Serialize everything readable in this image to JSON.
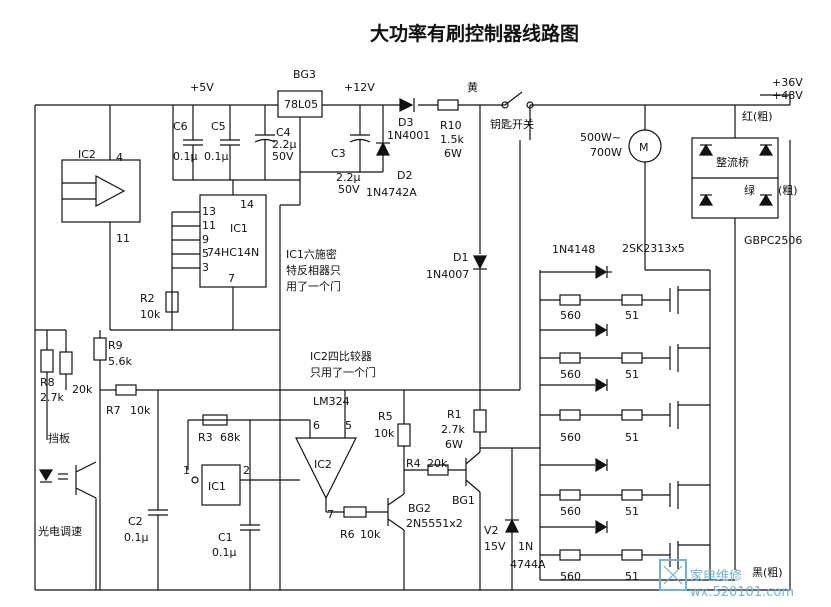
{
  "title": "大功率有刷控制器线路图",
  "labels": {
    "plus5v": "+5V",
    "bg3": "BG3",
    "reg": "78L05",
    "plus12v": "+12V",
    "huang": "黄",
    "plus36v": "+36V",
    "plus48v": "+48V",
    "hong": "红(粗)",
    "lv": "绿",
    "cu": "(粗)",
    "hei": "黑(粗)",
    "zhengliuqiao": "整流桥",
    "gbpc": "GBPC2506",
    "motor_power1": "500W~",
    "motor_power2": "700W",
    "motor": "M",
    "key_switch": "钥匙开关",
    "r10": "R10",
    "r10v": "1.5k",
    "r10w": "6W",
    "d3": "D3",
    "d3v": "1N4001",
    "d2": "D2",
    "d2v": "1N4742A",
    "c3": "C3",
    "c3v": "2.2μ",
    "c3w": "50V",
    "c4": "C4",
    "c4v": "2.2μ",
    "c4w": "50V",
    "c5": "C5",
    "c5v": "0.1μ",
    "c6": "C6",
    "c6v": "0.1μ",
    "ic2": "IC2",
    "pin4": "4",
    "pin11": "11",
    "ic1": "IC1",
    "ic1_part": "74HC14N",
    "p13": "13",
    "p11": "11",
    "p9": "9",
    "p5": "5",
    "p3": "3",
    "p7": "7",
    "p14": "14",
    "ic1_note1": "IC1六施密",
    "ic1_note2": "特反相器只",
    "ic1_note3": "用了一个门",
    "r2": "R2",
    "r2v": "10k",
    "d1": "D1",
    "d1v": "1N4007",
    "n4148": "1N4148",
    "mos": "2SK2313x5",
    "r560": "560",
    "r51": "51",
    "r8": "R8",
    "r8v": "2.7k",
    "r9": "R9",
    "r9v": "5.6k",
    "r20k": "20k",
    "r7": "R7",
    "r7v": "10k",
    "ic2_note1": "IC2四比较器",
    "ic2_note2": "只用了一个门",
    "lm324": "LM324",
    "p6": "6",
    "p5b": "5",
    "p7b": "7",
    "ic2b": "IC2",
    "r3": "R3",
    "r3v": "68k",
    "ic1b": "IC1",
    "pin1": "1",
    "pin2": "2",
    "c1": "C1",
    "c1v": "0.1μ",
    "c2": "C2",
    "c2v": "0.1μ",
    "dangban": "挡板",
    "photo": "光电调速",
    "r5": "R5",
    "r5v": "10k",
    "r4": "R4",
    "r4v": "20k",
    "r1": "R1",
    "r1v": "2.7k",
    "r1w": "6W",
    "bg2": "BG2",
    "bg2v": "2N5551x2",
    "bg1": "BG1",
    "r6": "R6",
    "r6v": "10k",
    "v2": "V2",
    "v2v": "15V",
    "n4744_1": "1N",
    "n4744_2": "4744A",
    "watermark1": "家电维修",
    "watermark2": "wx.520101.com"
  }
}
